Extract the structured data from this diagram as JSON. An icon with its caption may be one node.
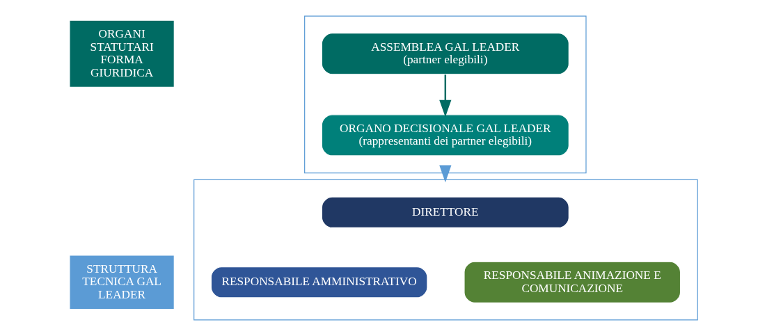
{
  "diagram": {
    "nodes": [
      {
        "text": [
          "ORGANI STATUTARI FORMA GIURIDICA"
        ]
      },
      {
        "text": [],
        "shape": "box"
      },
      {
        "text": [
          "ASSEMBLEA GAL LEADER",
          "(partner elegibili)"
        ],
        "in": 1
      },
      {
        "text": [
          "ORGANO DECISIONALE GAL LEADER",
          "(rappresentanti dei partner elegibili)"
        ],
        "in": 1
      },
      {
        "text": [
          "STRUTTURA TECNICA GAL LEADER"
        ]
      },
      {
        "text": [],
        "shape": "box"
      },
      {
        "text": [
          "DIRETTORE"
        ],
        "in": 5
      },
      {
        "text": [
          "RESPONSABILE AMMINISTRATIVO"
        ],
        "in": 5
      },
      {
        "text": [
          "RESPONSABILE ANIMAZIONE E COMUNICAZIONE"
        ],
        "in": 5
      }
    ],
    "edges": [
      {
        "from": 2,
        "to": 3,
        "arrow": "to",
        "color": "#006b63"
      },
      {
        "from": 1,
        "to": 5,
        "arrow": "to",
        "color": "#5b9bd5"
      }
    ]
  }
}
